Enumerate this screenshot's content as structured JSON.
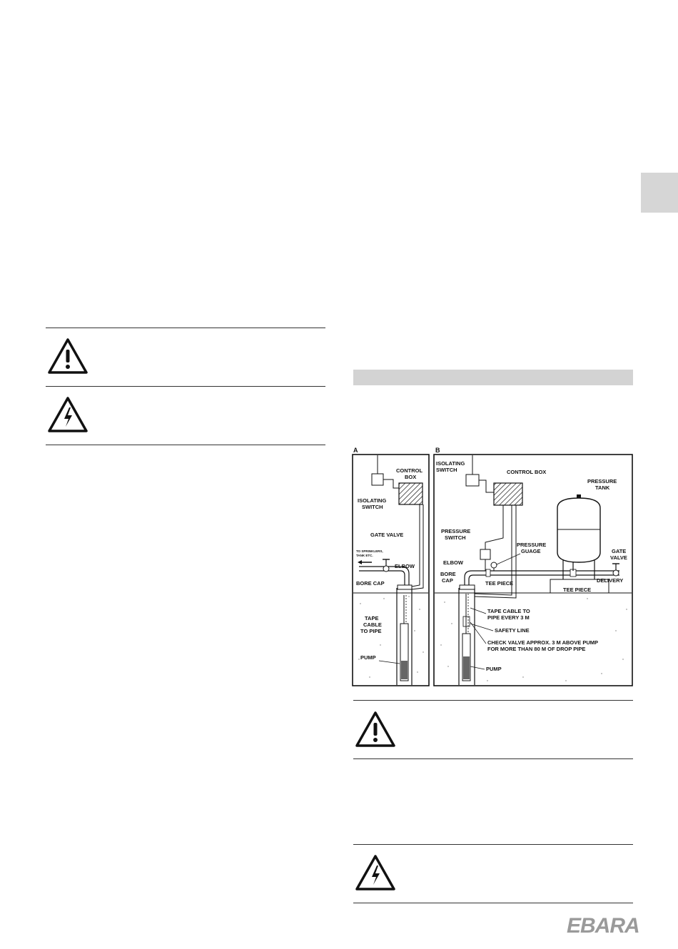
{
  "brand": {
    "logo_text": "EBARA"
  },
  "figure": {
    "panel_a": {
      "letter": "A",
      "labels": {
        "control_box": [
          "CONTROL",
          "BOX"
        ],
        "isolating_switch": [
          "ISOLATING",
          "SWITCH"
        ],
        "gate_valve": "GATE VALVE",
        "to_sprinklers": [
          "TO SPRINKLERS,",
          "TANK ETC."
        ],
        "elbow": "ELBOW",
        "bore_cap": "BORE CAP",
        "tape_cable": [
          "TAPE",
          "CABLE",
          "TO PIPE"
        ],
        "pump": "PUMP"
      }
    },
    "panel_b": {
      "letter": "B",
      "labels": {
        "isolating_switch": [
          "ISOLATING",
          "SWITCH"
        ],
        "control_box": "CONTROL BOX",
        "pressure_tank": [
          "PRESSURE",
          "TANK"
        ],
        "pressure_switch": [
          "PRESSURE",
          "SWITCH"
        ],
        "pressure_guage": [
          "PRESSURE",
          "GUAGE"
        ],
        "gate_valve": [
          "GATE",
          "VALVE"
        ],
        "elbow": "ELBOW",
        "bore_cap": [
          "BORE",
          "CAP"
        ],
        "tee_piece_1": "TEE PIECE",
        "tee_piece_2": "TEE PIECE",
        "delivery": "DELIVERY",
        "tape_cable": [
          "TAPE CABLE TO",
          "PIPE EVERY 3 M"
        ],
        "safety_line": "SAFETY LINE",
        "check_valve": [
          "CHECK VALVE APPROX. 3 M ABOVE PUMP",
          "FOR MORE THAN 80 M OF DROP PIPE"
        ],
        "pump": "PUMP"
      }
    }
  }
}
